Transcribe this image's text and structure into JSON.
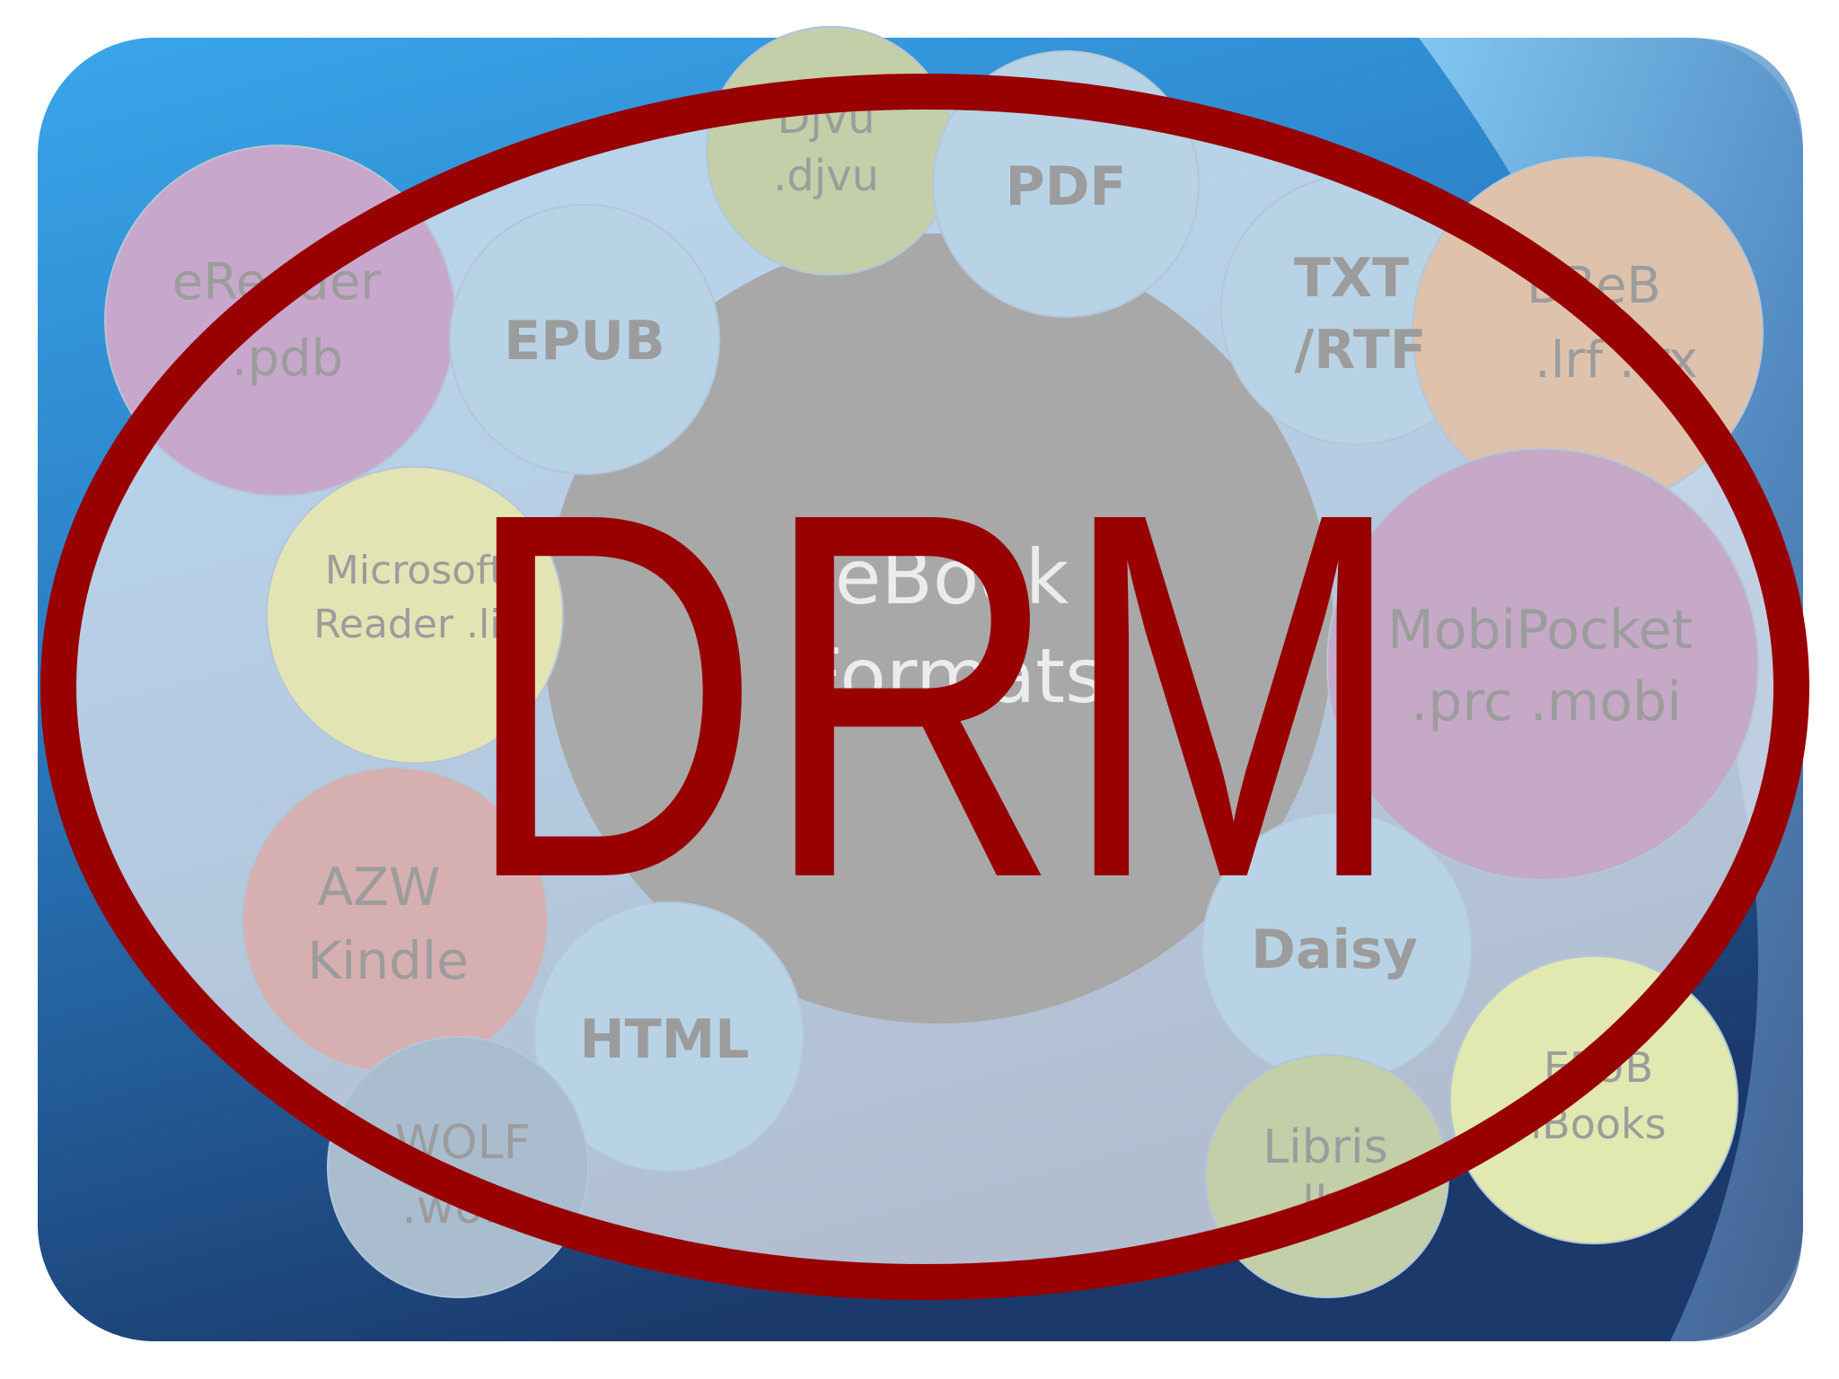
{
  "center": {
    "line1": "eBook",
    "line2": "Formats"
  },
  "formats": {
    "ereader": {
      "line1": "eReader",
      "line2": ".pdb"
    },
    "djvu": {
      "line1": "Djvu",
      "line2": ".djvu"
    },
    "pdf": {
      "line1": "PDF"
    },
    "epub": {
      "line1": "EPUB"
    },
    "txt_rtf": {
      "line1": "TXT",
      "line2": "/RTF"
    },
    "broadband": {
      "line1": "BBeB",
      "line2": ".lrf .lrx"
    },
    "microsoft_reader": {
      "line1": "Microsoft",
      "line2": "Reader .lit"
    },
    "mobipocket": {
      "line1": "MobiPocket",
      "line2": ".prc .mobi"
    },
    "azw": {
      "line1": "AZW",
      "line2": "Kindle"
    },
    "daisy": {
      "line1": "Daisy"
    },
    "html": {
      "line1": "HTML"
    },
    "wolf": {
      "line1": "WOLF",
      "line2": ".wol"
    },
    "libris": {
      "line1": "Libris",
      "line2": ".lbr"
    },
    "epub_ibooks": {
      "line1": "EPUB",
      "line2": "iBooks"
    }
  },
  "overlay": {
    "text": "DRM"
  },
  "colors": {
    "background_top": "#36a3e8",
    "background_bottom": "#1e3f70",
    "drm_red": "#990000",
    "overlay_fill": "#e7ebf2",
    "center_grey": "#a6a6a6"
  }
}
